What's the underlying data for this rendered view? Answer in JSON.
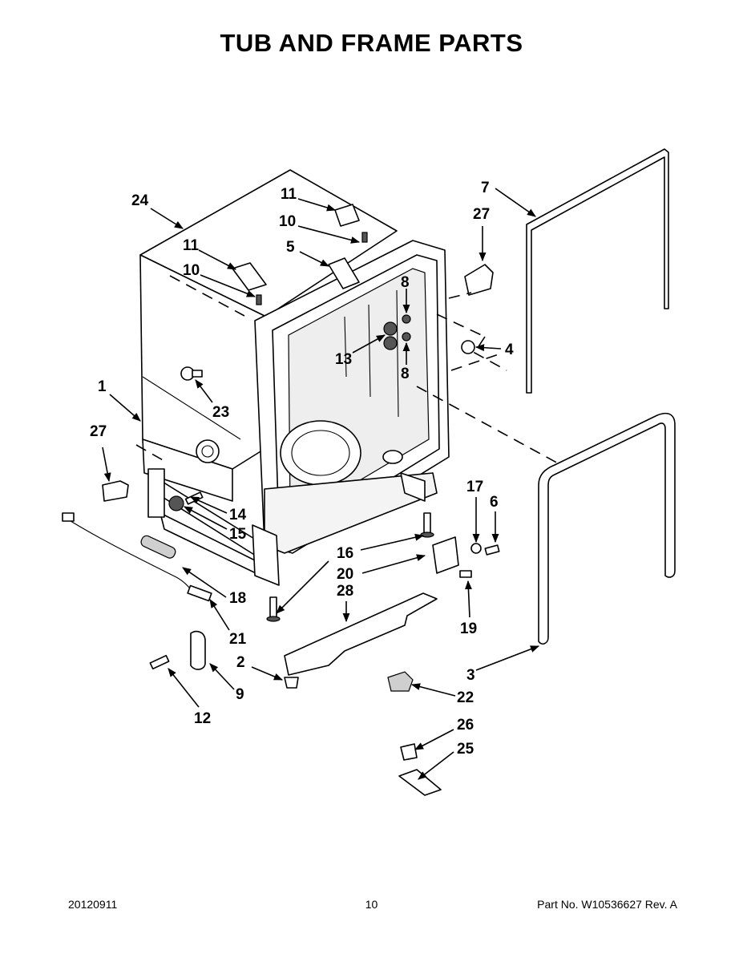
{
  "title": "TUB AND FRAME PARTS",
  "footer": {
    "date": "20120911",
    "page": "10",
    "part_number": "Part No.  W10536627  Rev.  A"
  },
  "callouts": {
    "c1": "1",
    "c2": "2",
    "c3": "3",
    "c4": "4",
    "c5": "5",
    "c6": "6",
    "c7": "7",
    "c8a": "8",
    "c8b": "8",
    "c9": "9",
    "c10a": "10",
    "c10b": "10",
    "c11a": "11",
    "c11b": "11",
    "c12": "12",
    "c13": "13",
    "c14": "14",
    "c15": "15",
    "c16": "16",
    "c17": "17",
    "c18": "18",
    "c19": "19",
    "c20": "20",
    "c21": "21",
    "c22": "22",
    "c23": "23",
    "c24": "24",
    "c25": "25",
    "c26": "26",
    "c27a": "27",
    "c27b": "27",
    "c28": "28"
  }
}
